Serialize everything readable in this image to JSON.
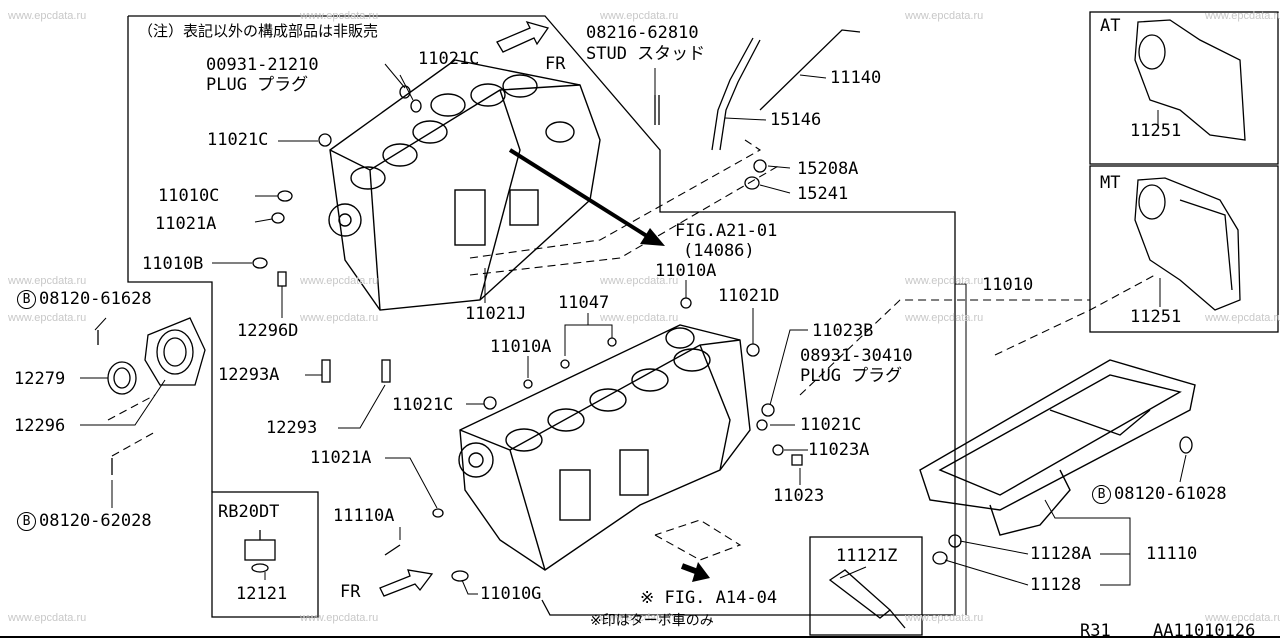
{
  "watermark": "www.epcdata.ru",
  "note_ja": "（注）表記以外の構成部品は非販売",
  "fr_label": "FR",
  "fig_a21_ref": "FIG.A21-01",
  "fig_a21_sub": "(14086)",
  "fig_a14_ref": "※ FIG. A14-04",
  "turbo_note": "※印はターボ車のみ",
  "at_label": "AT",
  "mt_label": "MT",
  "rb20dt_label": "RB20DT",
  "bolt_prefix": "B",
  "page_code": "R31",
  "diagram_id": "AA11010126",
  "parts": {
    "p08216_62810": "08216-62810",
    "stud": "STUD スタッド",
    "p00931_21210": "00931-21210",
    "plug1": "PLUG プラグ",
    "p11021C_a": "11021C",
    "p11021C_b": "11021C",
    "p11021C_c": "11021C",
    "p11021C_d": "11021C",
    "p11010C": "11010C",
    "p11021A_a": "11021A",
    "p11021A_b": "11021A",
    "p11010B": "11010B",
    "p12296D": "12296D",
    "p11021J": "11021J",
    "p11140": "11140",
    "p15146": "15146",
    "p15208A": "15208A",
    "p15241": "15241",
    "p11010A_a": "11010A",
    "p11010A_b": "11010A",
    "p11047": "11047",
    "p11021D": "11021D",
    "p11023B": "11023B",
    "p08931_30410": "08931-30410",
    "plug2": "PLUG プラグ",
    "p11023A": "11023A",
    "p11023": "11023",
    "p11010": "11010",
    "p11251_at": "11251",
    "p11251_mt": "11251",
    "p08120_61628": "08120-61628",
    "p12279": "12279",
    "p12296": "12296",
    "p08120_62028": "08120-62028",
    "p12293A": "12293A",
    "p12293": "12293",
    "p11110A": "11110A",
    "p11010G": "11010G",
    "p12121": "12121",
    "p08120_61028": "08120-61028",
    "p11128A": "11128A",
    "p11110": "11110",
    "p11128": "11128",
    "p11121Z": "11121Z"
  }
}
